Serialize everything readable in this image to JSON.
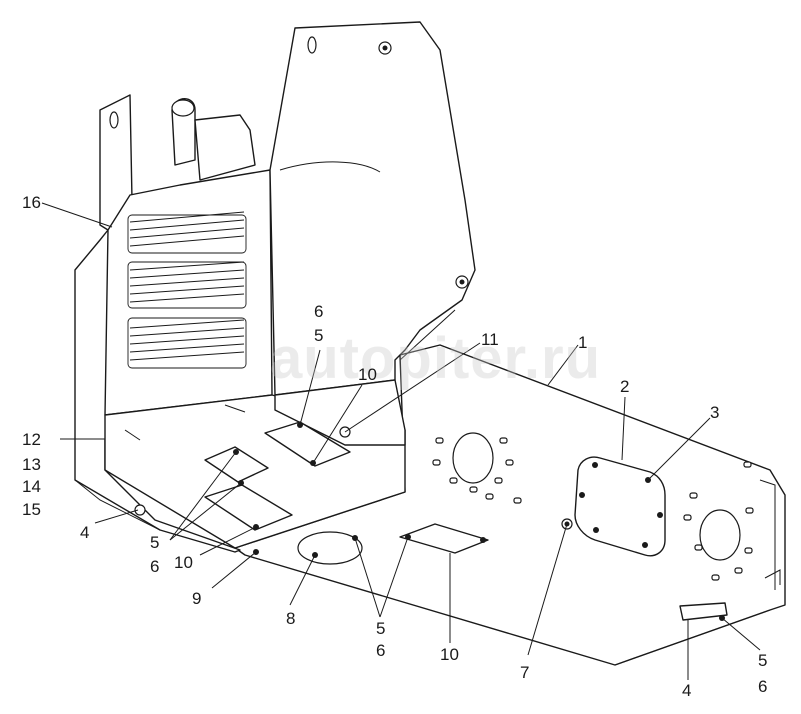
{
  "watermark": "autopiter.ru",
  "callouts": {
    "c1": "1",
    "c2": "2",
    "c3": "3",
    "c4a": "4",
    "c4b": "4",
    "c5a": "5",
    "c5b": "5",
    "c5c": "5",
    "c5d": "5",
    "c6a": "6",
    "c6b": "6",
    "c6c": "6",
    "c6d": "6",
    "c7": "7",
    "c8": "8",
    "c9": "9",
    "c10a": "10",
    "c10b": "10",
    "c10c": "10",
    "c11": "11",
    "c12": "12",
    "c13": "13",
    "c14": "14",
    "c15": "15",
    "c16": "16"
  }
}
